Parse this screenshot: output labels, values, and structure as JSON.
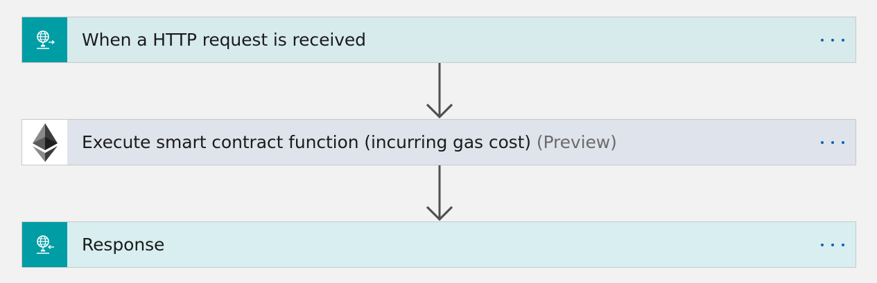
{
  "steps": [
    {
      "title": "When a HTTP request is received",
      "suffix": "",
      "icon": "http-request-icon",
      "menu": "more-options"
    },
    {
      "title": "Execute smart contract function (incurring gas cost)",
      "suffix": "(Preview)",
      "icon": "ethereum-icon",
      "menu": "more-options"
    },
    {
      "title": "Response",
      "suffix": "",
      "icon": "http-response-icon",
      "menu": "more-options"
    }
  ],
  "colors": {
    "canvas": "#f2f2f2",
    "teal_icon_bg": "#009da5",
    "http_card_bg": "#d7eaec",
    "eth_card_bg": "#dfe3ec",
    "response_card_bg": "#d8eef0",
    "ellipsis": "#0f5fb0",
    "arrow": "#505050"
  }
}
